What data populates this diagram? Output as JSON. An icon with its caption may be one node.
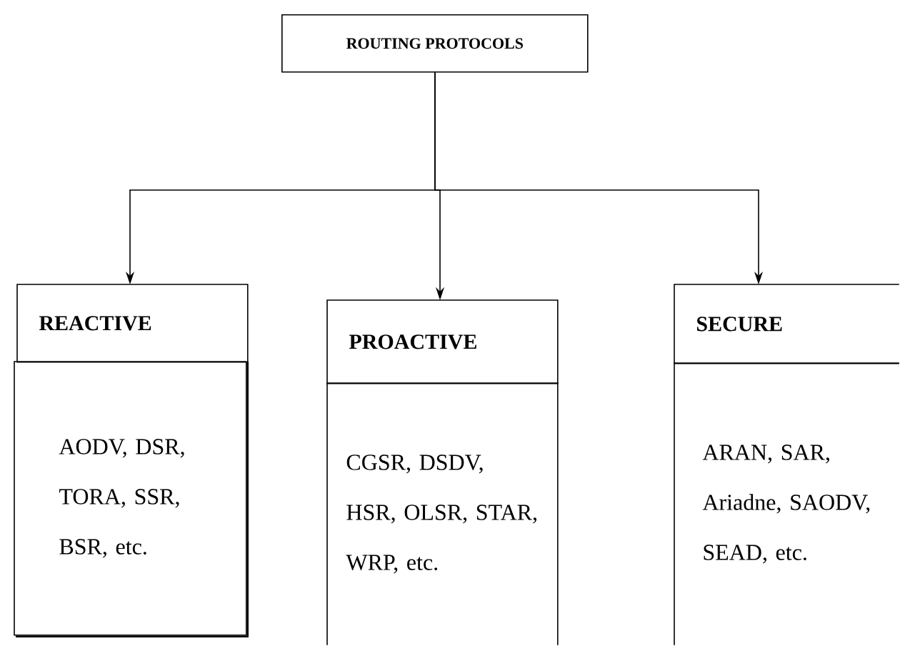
{
  "diagram": {
    "nodes": [
      {
        "text": [
          "ROUTING PROTOCOLS"
        ]
      },
      {
        "text": [
          "REACTIVE"
        ]
      },
      {
        "text": [
          "AODV, DSR, TORA, SSR, BSR, etc."
        ]
      },
      {
        "text": [
          "PROACTIVE"
        ]
      },
      {
        "text": [
          "CGSR, DSDV, HSR, OLSR, STAR, WRP, etc."
        ]
      },
      {
        "text": [
          "SECURE"
        ]
      },
      {
        "text": [
          "ARAN, SAR, Ariadne, SAODV, SEAD, etc."
        ]
      }
    ],
    "edges": [
      {
        "from": 0,
        "to": 1,
        "arrow": "to"
      },
      {
        "from": 0,
        "to": 3,
        "arrow": "to"
      },
      {
        "from": 0,
        "to": 5,
        "arrow": "to"
      }
    ]
  }
}
